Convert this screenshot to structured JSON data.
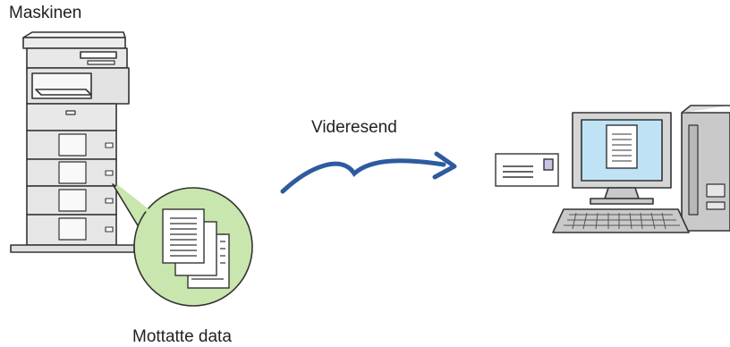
{
  "labels": {
    "machine": "Maskinen",
    "forward": "Videresend",
    "received_data": "Mottatte data"
  },
  "colors": {
    "arrow": "#2e5aa0",
    "bubble_fill": "#c8e6ad",
    "bubble_stroke": "#333333",
    "screen_blue": "#bfe3f5",
    "machine_gray": "#e3e3e3",
    "computer_gray": "#c9c9c9",
    "envelope_stamp": "#c9c3e6"
  },
  "icons": [
    "multifunction-printer-icon",
    "documents-icon",
    "envelope-icon",
    "desktop-computer-icon",
    "document-icon"
  ]
}
